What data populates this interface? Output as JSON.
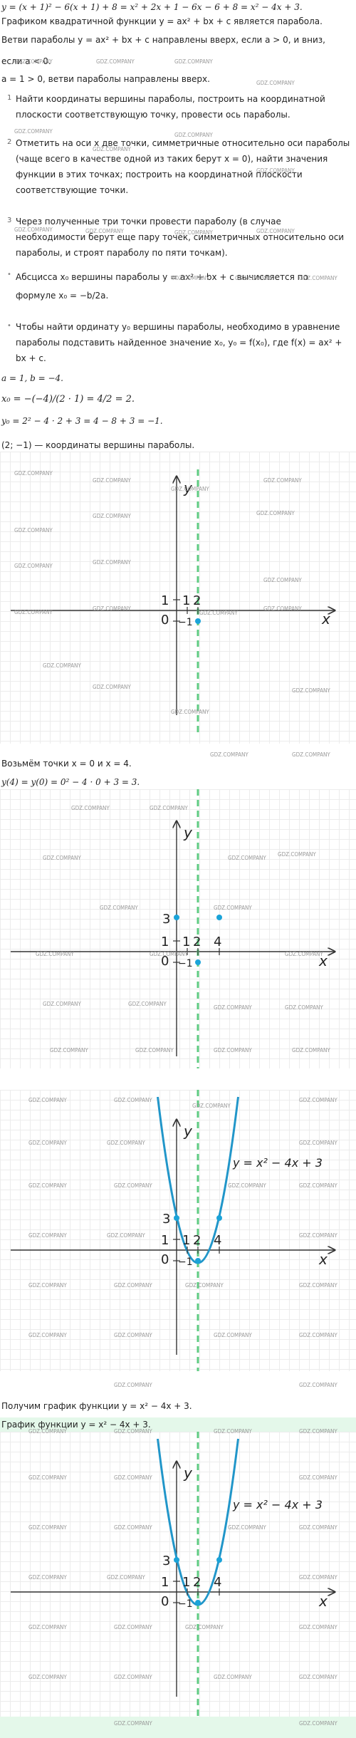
{
  "lines": {
    "l1": "y = (x + 1)² − 6(x + 1) + 8 = x² + 2x + 1 − 6x − 6 + 8 = x² − 4x + 3.",
    "l2": "Графиком квадратичной функции y = ax² + bx + c является парабола.",
    "l3": "Ветви параболы y = ax² + bx + c направлены вверх, если a > 0, и вниз,",
    "l4": "если a < 0.",
    "l5": "a = 1 > 0, ветви параболы направлены вверх."
  },
  "steps": [
    {
      "num": "1",
      "text": "Найти координаты вершины параболы, построить на координатной плоскости соответствующую точку, провести ось параболы."
    },
    {
      "num": "2",
      "text": "Отметить на оси x две точки, симметричные относительно оси параболы (чаще всего в качестве одной из таких берут x = 0), найти значения функции в этих точках; построить на координатной плоскости соответствующие точки."
    },
    {
      "num": "3",
      "text": "Через полученные три точки провести параболу (в случае необходимости берут еще пару точек, симметричных относительно оси параболы, и строят параболу по пяти точкам)."
    }
  ],
  "bullets": [
    {
      "text": "Абсцисса x₀ вершины параболы y = ax² + bx + c вычисляется по формуле x₀ = −b/2a."
    },
    {
      "text": "Чтобы найти ординату y₀ вершины параболы, необходимо в уравнение параболы подставить найденное значение x₀, y₀ = f(x₀), где f(x) = ax² + bx + c."
    }
  ],
  "calc": {
    "ab": "a = 1, b = −4.",
    "x0": "x₀ = −(−4)/(2 · 1) = 4/2 = 2.",
    "y0": "y₀ = 2² − 4 · 2 + 3 = 4 − 8 + 3 = −1.",
    "vertex": "(2; −1) — координаты вершины параболы."
  },
  "mid": {
    "points": "Возьмём точки x = 0 и x = 4.",
    "y4": "y(4) = y(0) = 0² − 4 · 0 + 3 = 3."
  },
  "conclusion": {
    "result": "Получим график функции y = x² − 4x + 3.",
    "answer": "График функции y = x² − 4x + 3."
  },
  "graph_labels": {
    "x": "x",
    "y": "y",
    "t1": "1",
    "t2": "2",
    "t3": "3",
    "t4": "4",
    "o": "0",
    "tm1": "−1",
    "formula": "y = x² − 4x + 3"
  },
  "watermark": "GDZ.COMPANY",
  "colors": {
    "curve": "#2196c9",
    "axis_of_symmetry": "#5ecb81",
    "point": "#1aa3d8"
  }
}
